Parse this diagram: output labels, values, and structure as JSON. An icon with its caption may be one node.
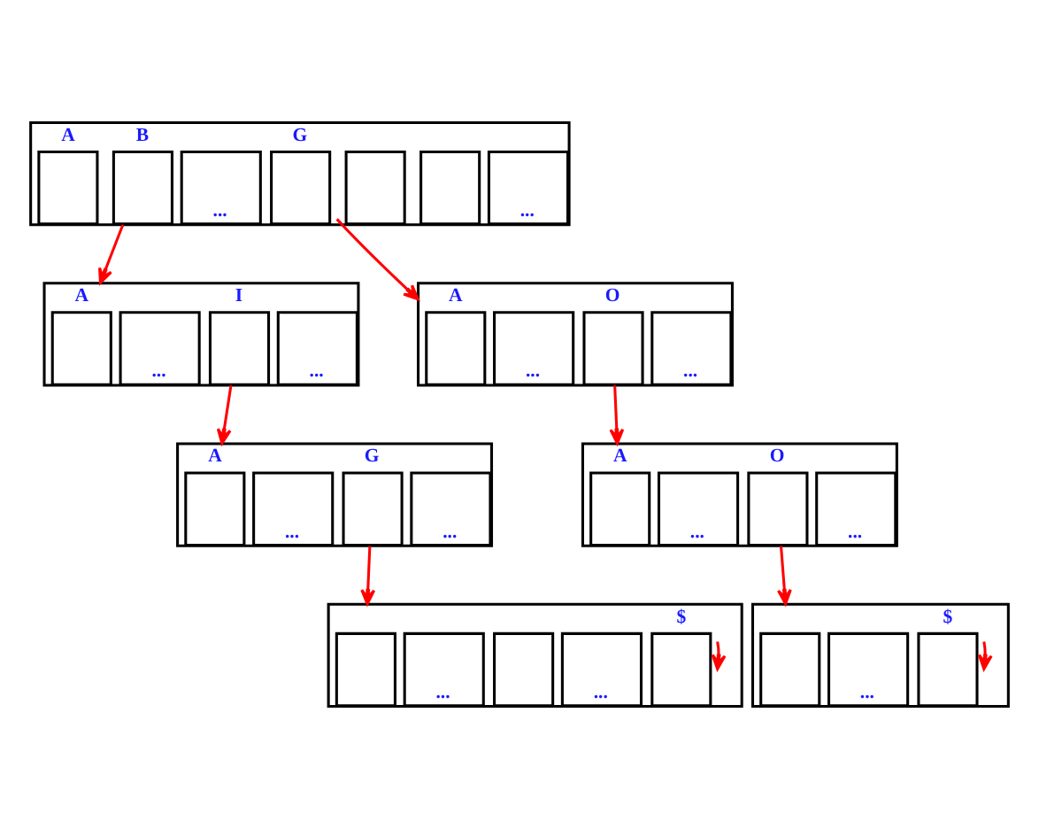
{
  "diagram": {
    "nodes": [
      {
        "text": [],
        "shape": "box"
      },
      {
        "text": [],
        "shape": "box",
        "beside": [
          "A"
        ],
        "in": 0
      },
      {
        "text": [],
        "shape": "box",
        "beside": [
          "B"
        ],
        "in": 0
      },
      {
        "text": [
          "..."
        ],
        "in": 0
      },
      {
        "text": [],
        "shape": "box",
        "beside": [
          "G"
        ],
        "in": 0
      },
      {
        "text": [],
        "shape": "box",
        "in": 0
      },
      {
        "text": [],
        "shape": "box",
        "in": 0
      },
      {
        "text": [
          "..."
        ],
        "in": 0
      },
      {
        "text": [],
        "shape": "box"
      },
      {
        "text": [],
        "shape": "box",
        "beside": [
          "A"
        ],
        "in": 8
      },
      {
        "text": [
          "..."
        ],
        "in": 8
      },
      {
        "text": [],
        "shape": "box",
        "beside": [
          "I"
        ],
        "in": 8
      },
      {
        "text": [
          "..."
        ],
        "in": 8
      },
      {
        "text": [],
        "shape": "box"
      },
      {
        "text": [],
        "shape": "box",
        "beside": [
          "A"
        ],
        "in": 13
      },
      {
        "text": [
          "..."
        ],
        "in": 13
      },
      {
        "text": [],
        "shape": "box",
        "beside": [
          "O"
        ],
        "in": 13
      },
      {
        "text": [
          "..."
        ],
        "in": 13
      },
      {
        "text": [],
        "shape": "box"
      },
      {
        "text": [],
        "shape": "box",
        "beside": [
          "A"
        ],
        "in": 18
      },
      {
        "text": [
          "..."
        ],
        "in": 18
      },
      {
        "text": [],
        "shape": "box",
        "beside": [
          "G"
        ],
        "in": 18
      },
      {
        "text": [
          "..."
        ],
        "in": 18
      },
      {
        "text": [],
        "shape": "box"
      },
      {
        "text": [],
        "shape": "box",
        "beside": [
          "A"
        ],
        "in": 23
      },
      {
        "text": [
          "..."
        ],
        "in": 23
      },
      {
        "text": [],
        "shape": "box",
        "beside": [
          "O"
        ],
        "in": 23
      },
      {
        "text": [
          "..."
        ],
        "in": 23
      },
      {
        "text": [],
        "shape": "box"
      },
      {
        "text": [],
        "shape": "box",
        "in": 28
      },
      {
        "text": [
          "..."
        ],
        "in": 28
      },
      {
        "text": [],
        "shape": "box",
        "in": 28
      },
      {
        "text": [
          "..."
        ],
        "in": 28
      },
      {
        "text": [],
        "shape": "box",
        "beside": [
          "$"
        ],
        "in": 28
      },
      {
        "text": [],
        "shape": "box"
      },
      {
        "text": [],
        "shape": "box",
        "in": 34
      },
      {
        "text": [
          "..."
        ],
        "in": 34
      },
      {
        "text": [],
        "shape": "box",
        "beside": [
          "$"
        ],
        "in": 34
      }
    ],
    "edges": [
      {
        "from": 2,
        "to": 9,
        "arrow": "to"
      },
      {
        "from": 4,
        "to": 14,
        "arrow": "to"
      },
      {
        "from": 11,
        "to": 19,
        "arrow": "to"
      },
      {
        "from": 16,
        "to": 24,
        "arrow": "to"
      },
      {
        "from": 21,
        "to": 29,
        "arrow": "to"
      },
      {
        "from": 26,
        "to": 35,
        "arrow": "to"
      },
      {
        "from": 33,
        "to": 33,
        "arrow": "to"
      },
      {
        "from": 37,
        "to": 37,
        "arrow": "to"
      }
    ]
  }
}
